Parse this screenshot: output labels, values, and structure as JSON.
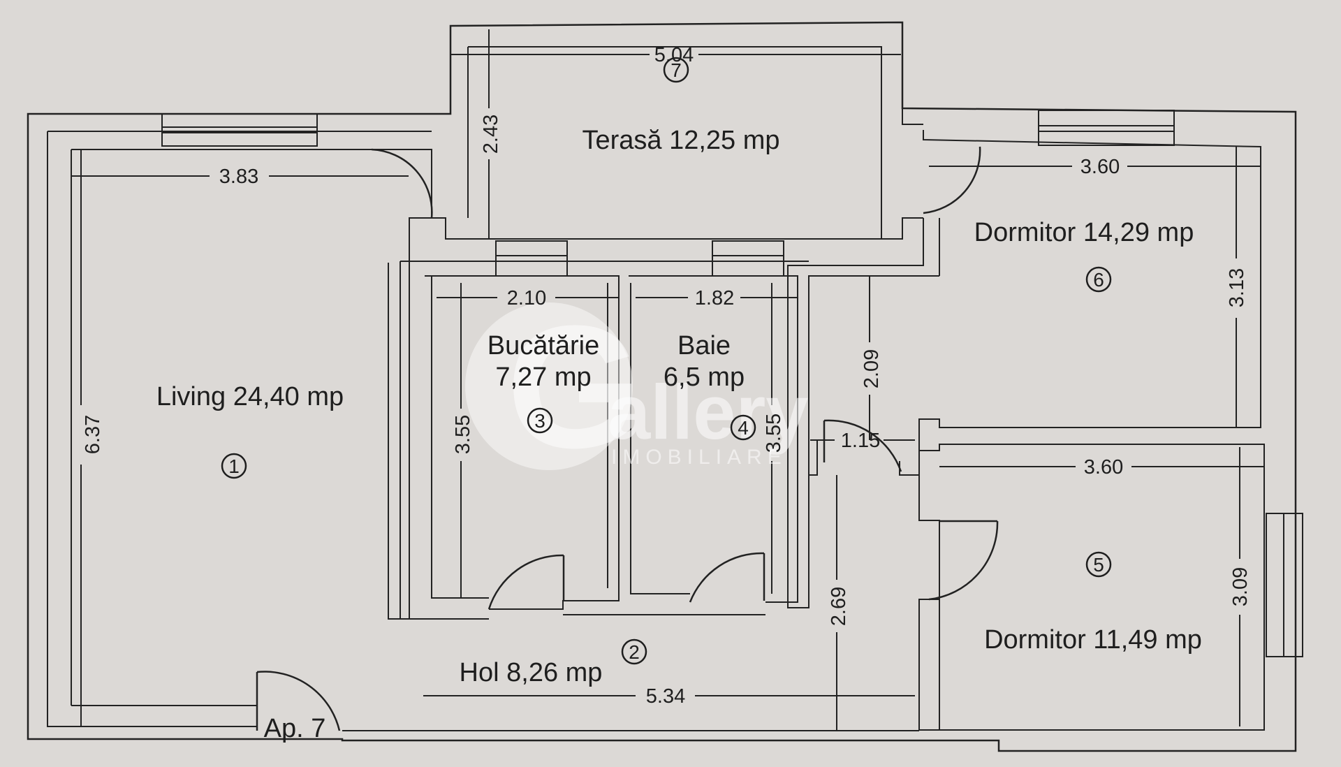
{
  "rooms": [
    {
      "id": "living",
      "name": "Living 24,40 mp",
      "number": "1"
    },
    {
      "id": "hol",
      "name": "Hol 8,26 mp",
      "number": "2"
    },
    {
      "id": "bucatarie",
      "name_line1": "Bucătărie",
      "name_line2": "7,27 mp",
      "number": "3"
    },
    {
      "id": "baie",
      "name_line1": "Baie",
      "name_line2": "6,5 mp",
      "number": "4"
    },
    {
      "id": "dormitor-mic",
      "name": "Dormitor 11,49 mp",
      "number": "5"
    },
    {
      "id": "dormitor-mare",
      "name": "Dormitor 14,29 mp",
      "number": "6"
    },
    {
      "id": "terasa",
      "name": "Terasă 12,25 mp",
      "number": "7"
    }
  ],
  "dimensions": {
    "terasa_width": "5.04",
    "terasa_depth": "2.43",
    "living_width": "3.83",
    "living_depth": "6.37",
    "dormitor_mare_width": "3.60",
    "dormitor_mare_depth": "3.13",
    "bucatarie_width": "2.10",
    "bucatarie_depth": "3.55",
    "baie_width": "1.82",
    "baie_depth": "3.55",
    "hol_upper": "2.09",
    "hol_door_width": "1.15",
    "dormitor_mic_width": "3.60",
    "dormitor_mic_depth": "3.09",
    "hol_lower": "2.69",
    "hol_length": "5.34"
  },
  "entrance_label": "Ap. 7",
  "watermark": {
    "brand": "allery",
    "sub": "IMOBILIARE",
    "letter": "G"
  }
}
